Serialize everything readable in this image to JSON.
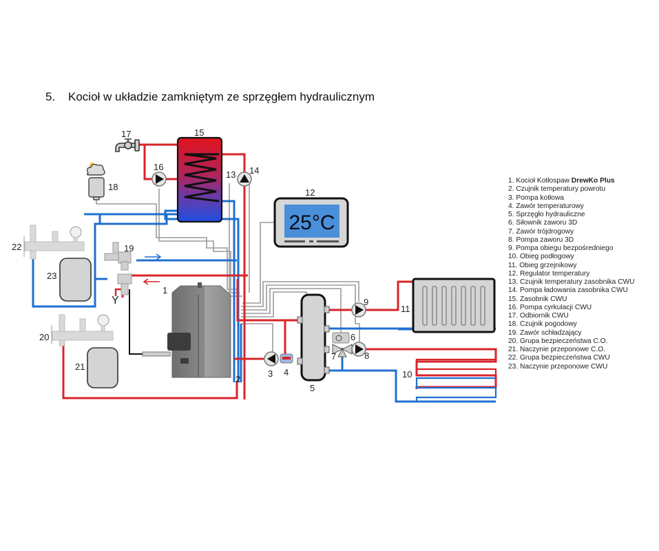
{
  "title": {
    "number": "5.",
    "text": "Kocioł w układzie zamkniętym ze sprzęgłem hydraulicznym"
  },
  "colors": {
    "hot": "#d8232a",
    "cold": "#1f6fd1",
    "signal": "#9a9a9a",
    "body": "#d4d4d4",
    "lcd": "#4a8fd9"
  },
  "regulator": {
    "display": "25°C"
  },
  "labels": {
    "n1": "1",
    "n2": "2",
    "n3": "3",
    "n4": "4",
    "n5": "5",
    "n6": "6",
    "n7": "7",
    "n8": "8",
    "n9": "9",
    "n10": "10",
    "n11": "11",
    "n12": "12",
    "n13": "13",
    "n14": "14",
    "n15": "15",
    "n16": "16",
    "n17": "17",
    "n18": "18",
    "n19": "19",
    "n20": "20",
    "n21": "21",
    "n22": "22",
    "n23": "23",
    "drain": "Y"
  },
  "legend": [
    {
      "text": "1. Kocioł Kotłospaw ",
      "bold": "DrewKo Plus"
    },
    {
      "text": "2. Czujnik temperatury powrotu"
    },
    {
      "text": "3. Pompa kotłowa"
    },
    {
      "text": "4. Zawór temperaturowy"
    },
    {
      "text": "5. Sprzęgło hydrauliczne"
    },
    {
      "text": "6. Siłownik zaworu 3D"
    },
    {
      "text": "7. Zawór trójdrogowy"
    },
    {
      "text": "8. Pompa zaworu 3D"
    },
    {
      "text": "9. Pompa obiegu bezpośredniego"
    },
    {
      "text": "10. Obieg podłogowy"
    },
    {
      "text": "11. Obieg grzejnikowy"
    },
    {
      "text": "12. Regulator temperatury"
    },
    {
      "text": "13. Czujnik temperatury zasobnika CWU"
    },
    {
      "text": "14. Pompa ładowania zasobnika CWU"
    },
    {
      "text": "15. Zasobnik CWU"
    },
    {
      "text": "16. Pompa cyrkulacji CWU"
    },
    {
      "text": "17. Odbiornik CWU"
    },
    {
      "text": "18. Czujnik pogodowy"
    },
    {
      "text": "19. Zawór schładzający"
    },
    {
      "text": "20. Grupa bezpieczeństwa C.O."
    },
    {
      "text": "21. Naczynie przeponowe C.O."
    },
    {
      "text": "22. Grupa bezpieczeństwa CWU"
    },
    {
      "text": "23. Naczynie przeponowe CWU"
    }
  ]
}
